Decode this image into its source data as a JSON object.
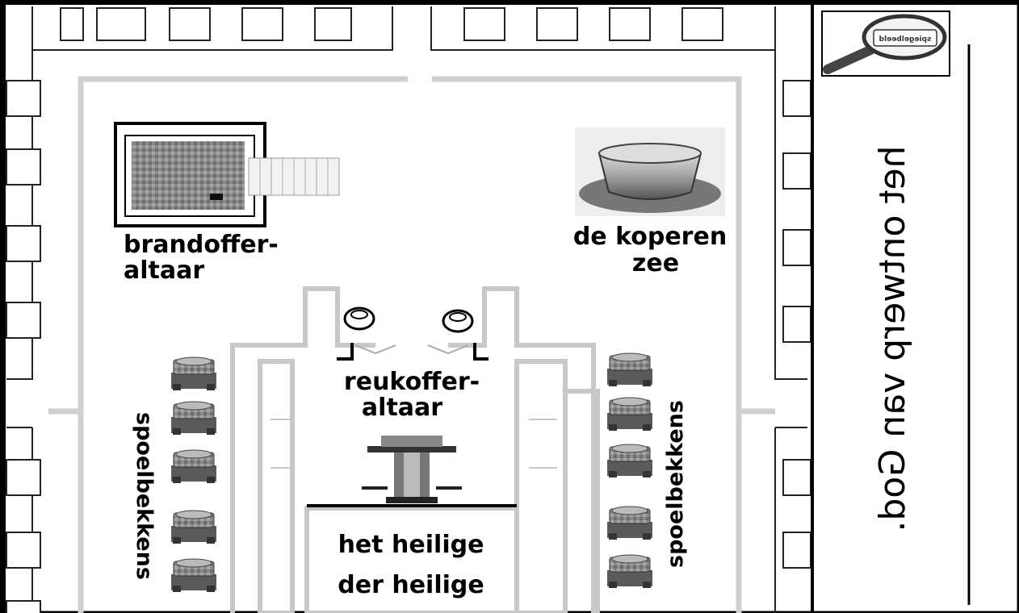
{
  "diagram": {
    "labels": {
      "brandofferaltaar_line1": "brandoffer-",
      "brandofferaltaar_line2": "altaar",
      "koperen_zee_line1": "de koperen",
      "koperen_zee_line2": "zee",
      "reukofferaltaar_line1": "reukoffer-",
      "reukofferaltaar_line2": "altaar",
      "spoelbekkens_left": "spoelbekkens",
      "spoelbekkens_right": "spoelbekkens",
      "heilige_line1": "het heilige",
      "heilige_line2": "der heilige"
    },
    "side_title": "het ontwerp van God.",
    "badge_text": "spiegelbeeld",
    "icon_names": [
      "magnifier-icon",
      "altar-icon",
      "basin-icon",
      "laver-icon",
      "lampstand-icon",
      "incense-bowl-icon"
    ]
  }
}
